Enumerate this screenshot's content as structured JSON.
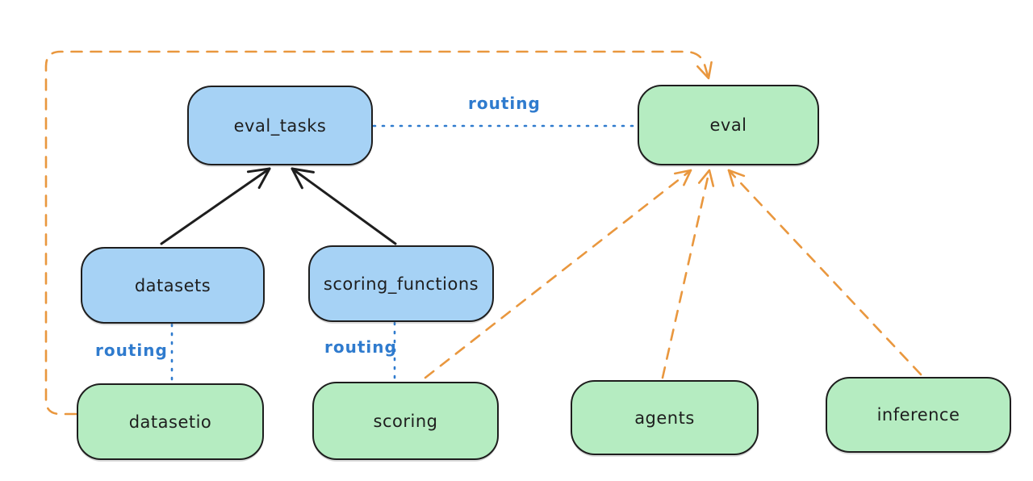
{
  "diagram": {
    "background_color": "#ffffff",
    "colors": {
      "node_blue_fill": "#a6d2f5",
      "node_green_fill": "#b5ecc1",
      "node_border": "#1e1e1e",
      "arrow_black": "#1e1e1e",
      "routing_blue": "#2f7bce",
      "provider_orange": "#e9973e"
    },
    "nodes": [
      {
        "id": "eval_tasks",
        "label": "eval_tasks",
        "fill": "#a6d2f5"
      },
      {
        "id": "eval",
        "label": "eval",
        "fill": "#b5ecc1"
      },
      {
        "id": "datasets",
        "label": "datasets",
        "fill": "#a6d2f5"
      },
      {
        "id": "scoring_functions",
        "label": "scoring_functions",
        "fill": "#a6d2f5"
      },
      {
        "id": "datasetio",
        "label": "datasetio",
        "fill": "#b5ecc1"
      },
      {
        "id": "scoring",
        "label": "scoring",
        "fill": "#b5ecc1"
      },
      {
        "id": "agents",
        "label": "agents",
        "fill": "#b5ecc1"
      },
      {
        "id": "inference",
        "label": "inference",
        "fill": "#b5ecc1"
      }
    ],
    "edges": [
      {
        "from": "eval_tasks",
        "to": "eval",
        "style": "dotted-blue",
        "label": "routing"
      },
      {
        "from": "datasets",
        "to": "datasetio",
        "style": "dotted-blue",
        "label": "routing"
      },
      {
        "from": "scoring_functions",
        "to": "scoring",
        "style": "dotted-blue",
        "label": "routing"
      },
      {
        "from": "datasets",
        "to": "eval_tasks",
        "style": "solid-black-arrow",
        "label": ""
      },
      {
        "from": "scoring_functions",
        "to": "eval_tasks",
        "style": "solid-black-arrow",
        "label": ""
      },
      {
        "from": "datasetio",
        "to": "eval",
        "style": "dashed-orange-arrow",
        "label": ""
      },
      {
        "from": "scoring",
        "to": "eval",
        "style": "dashed-orange-arrow",
        "label": ""
      },
      {
        "from": "agents",
        "to": "eval",
        "style": "dashed-orange-arrow",
        "label": ""
      },
      {
        "from": "inference",
        "to": "eval",
        "style": "dashed-orange-arrow",
        "label": ""
      }
    ]
  }
}
